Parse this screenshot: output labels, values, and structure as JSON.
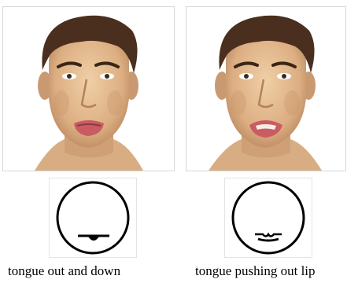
{
  "panels": [
    {
      "caption": "tongue out and down",
      "face_variant": "tongue-out-down",
      "glyph": "tongue-out-down-symbol"
    },
    {
      "caption": "tongue pushing out lip",
      "face_variant": "tongue-pushing-lip",
      "glyph": "tongue-pushing-lip-symbol"
    }
  ],
  "colors": {
    "hair": "#4a2f1e",
    "skin": "#e3b98f",
    "skin_shadow": "#c08e66",
    "lips": "#c95c62",
    "symbol_stroke": "#000000"
  }
}
